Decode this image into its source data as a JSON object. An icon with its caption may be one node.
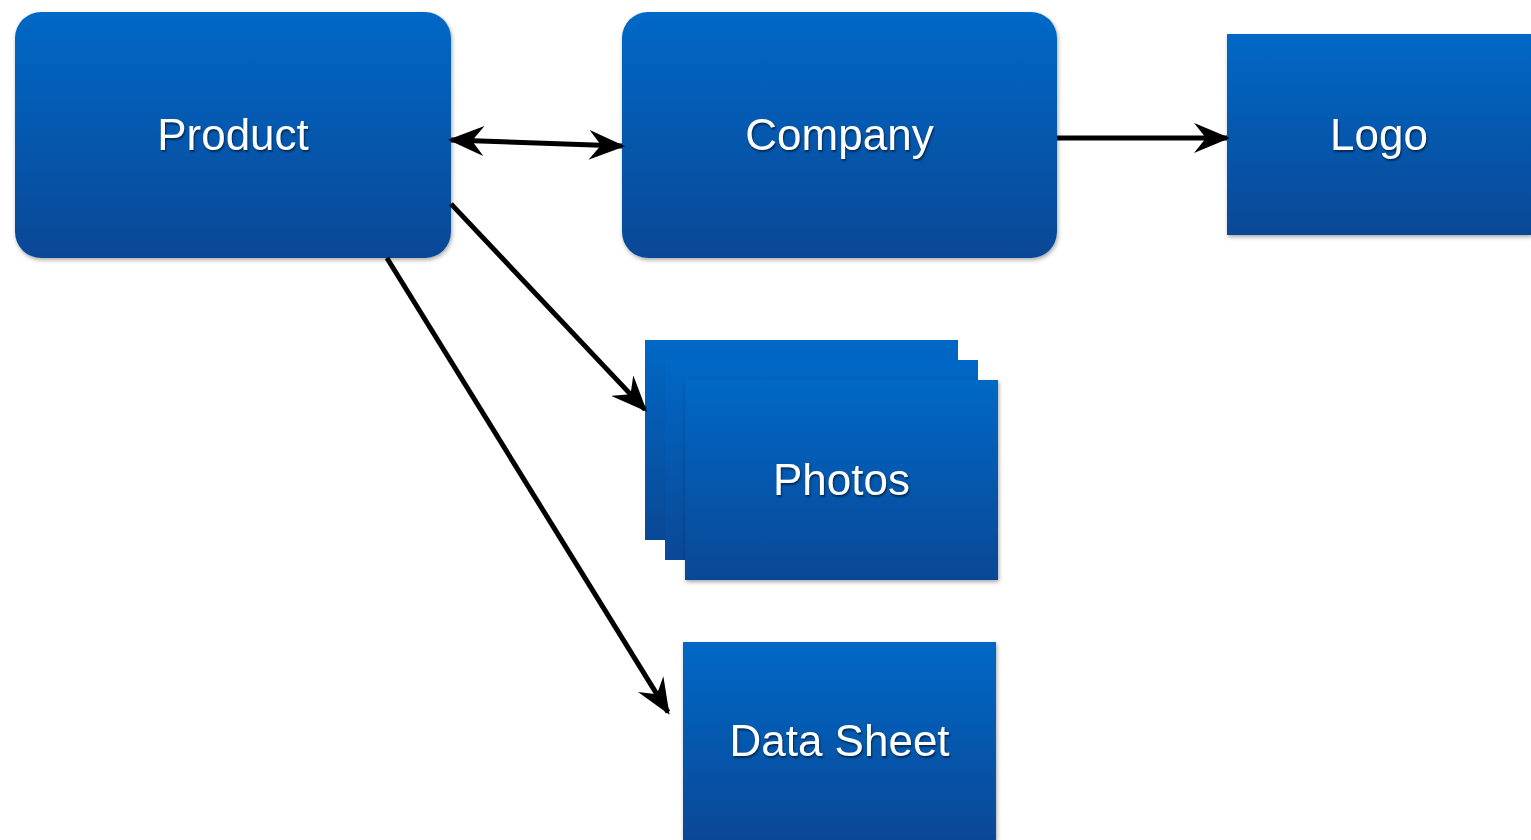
{
  "diagram": {
    "nodes": [
      {
        "text": [
          "Product"
        ]
      },
      {
        "text": [
          "Company"
        ]
      },
      {
        "text": [
          "Logo"
        ]
      },
      {
        "text": [
          "Photos"
        ]
      },
      {
        "text": [
          "Data Sheet"
        ]
      }
    ],
    "edges": [
      {
        "from": 0,
        "to": 1,
        "arrow": "both"
      },
      {
        "from": 1,
        "to": 2,
        "arrow": "to"
      },
      {
        "from": 0,
        "to": 3,
        "arrow": "to"
      },
      {
        "from": 0,
        "to": 4,
        "arrow": "to"
      }
    ]
  }
}
